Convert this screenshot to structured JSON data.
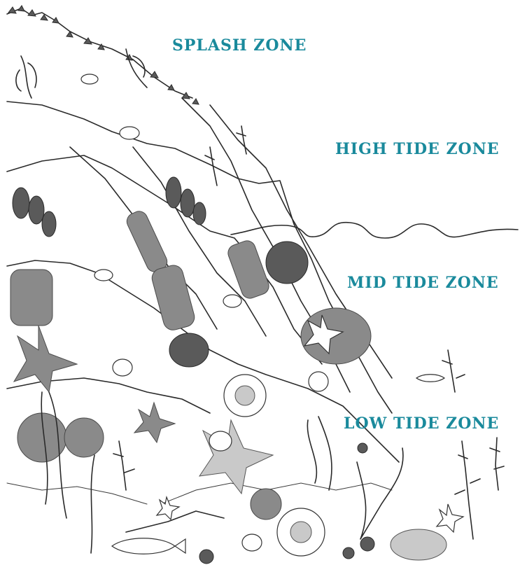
{
  "labels": {
    "splash": "SPLASH ZONE",
    "high": "HIGH TIDE ZONE",
    "mid": "MID TIDE ZONE",
    "low": "LOW TIDE ZONE"
  },
  "colors": {
    "label_text": "#1a8a9c",
    "ink": "#2a2a2a",
    "shade": "#8a8a8a"
  }
}
